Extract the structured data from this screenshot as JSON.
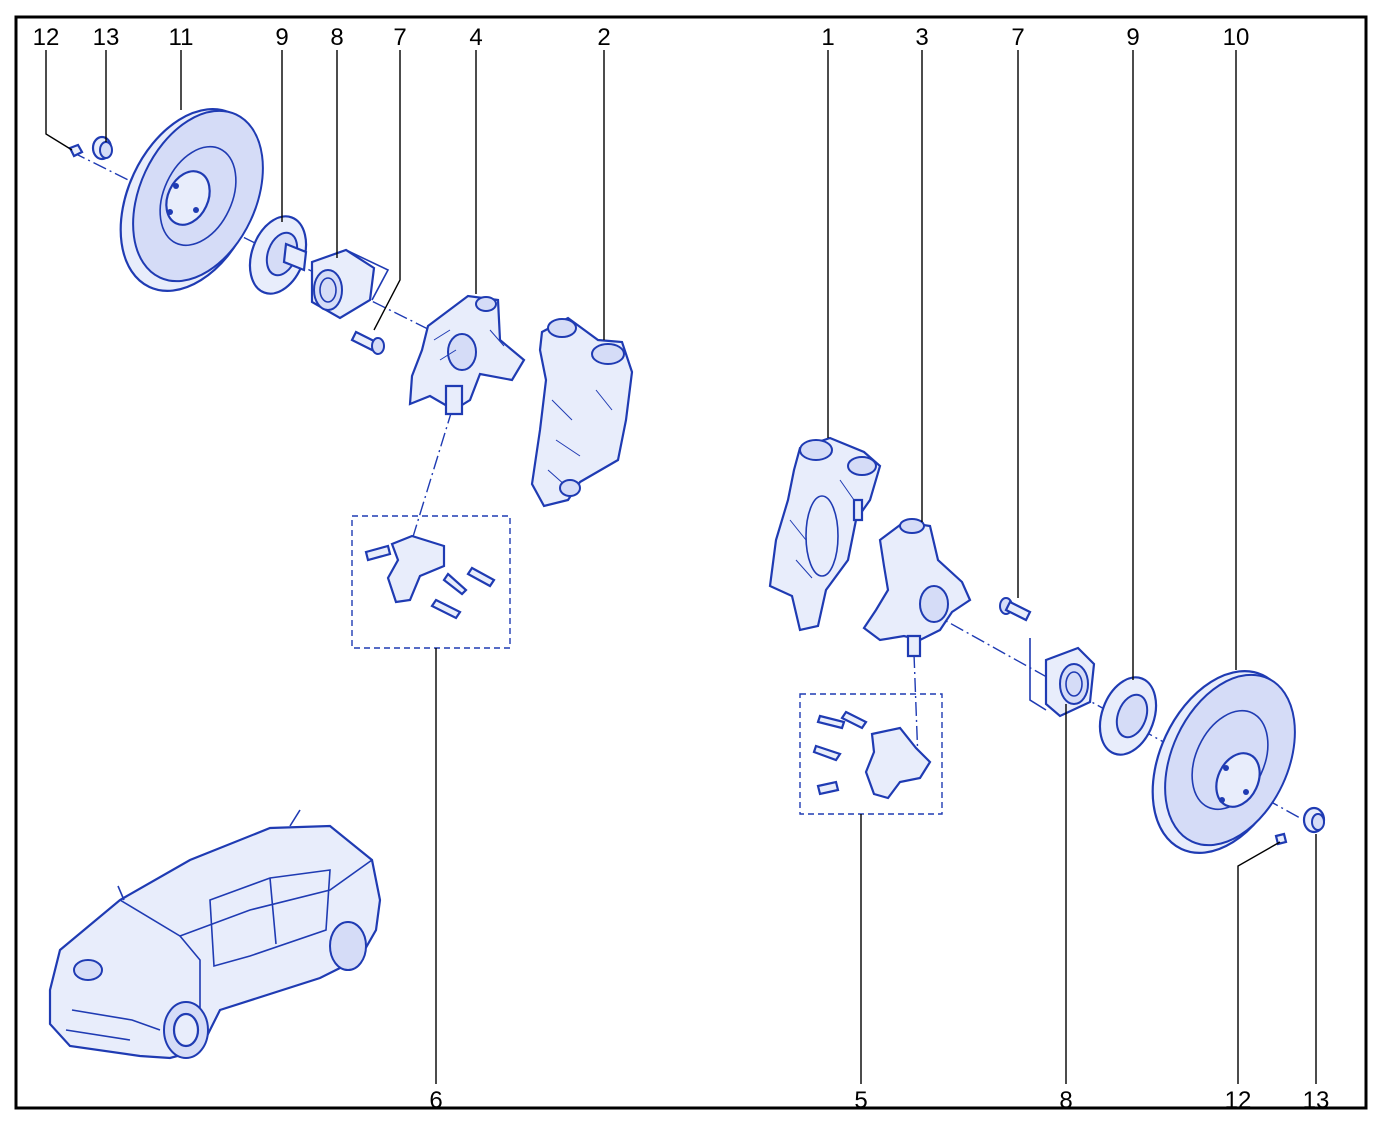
{
  "callouts": {
    "left_12": "12",
    "left_13": "13",
    "left_11": "11",
    "left_9": "9",
    "left_8": "8",
    "left_7": "7",
    "left_4": "4",
    "left_2": "2",
    "right_1": "1",
    "right_3": "3",
    "right_7": "7",
    "right_9": "9",
    "right_10": "10",
    "bottom_6": "6",
    "bottom_5": "5",
    "bottom_8": "8",
    "bottom_12": "12",
    "bottom_13": "13"
  },
  "colors": {
    "linework": "#1f3bb3",
    "frame": "#000000",
    "background": "#ffffff"
  }
}
